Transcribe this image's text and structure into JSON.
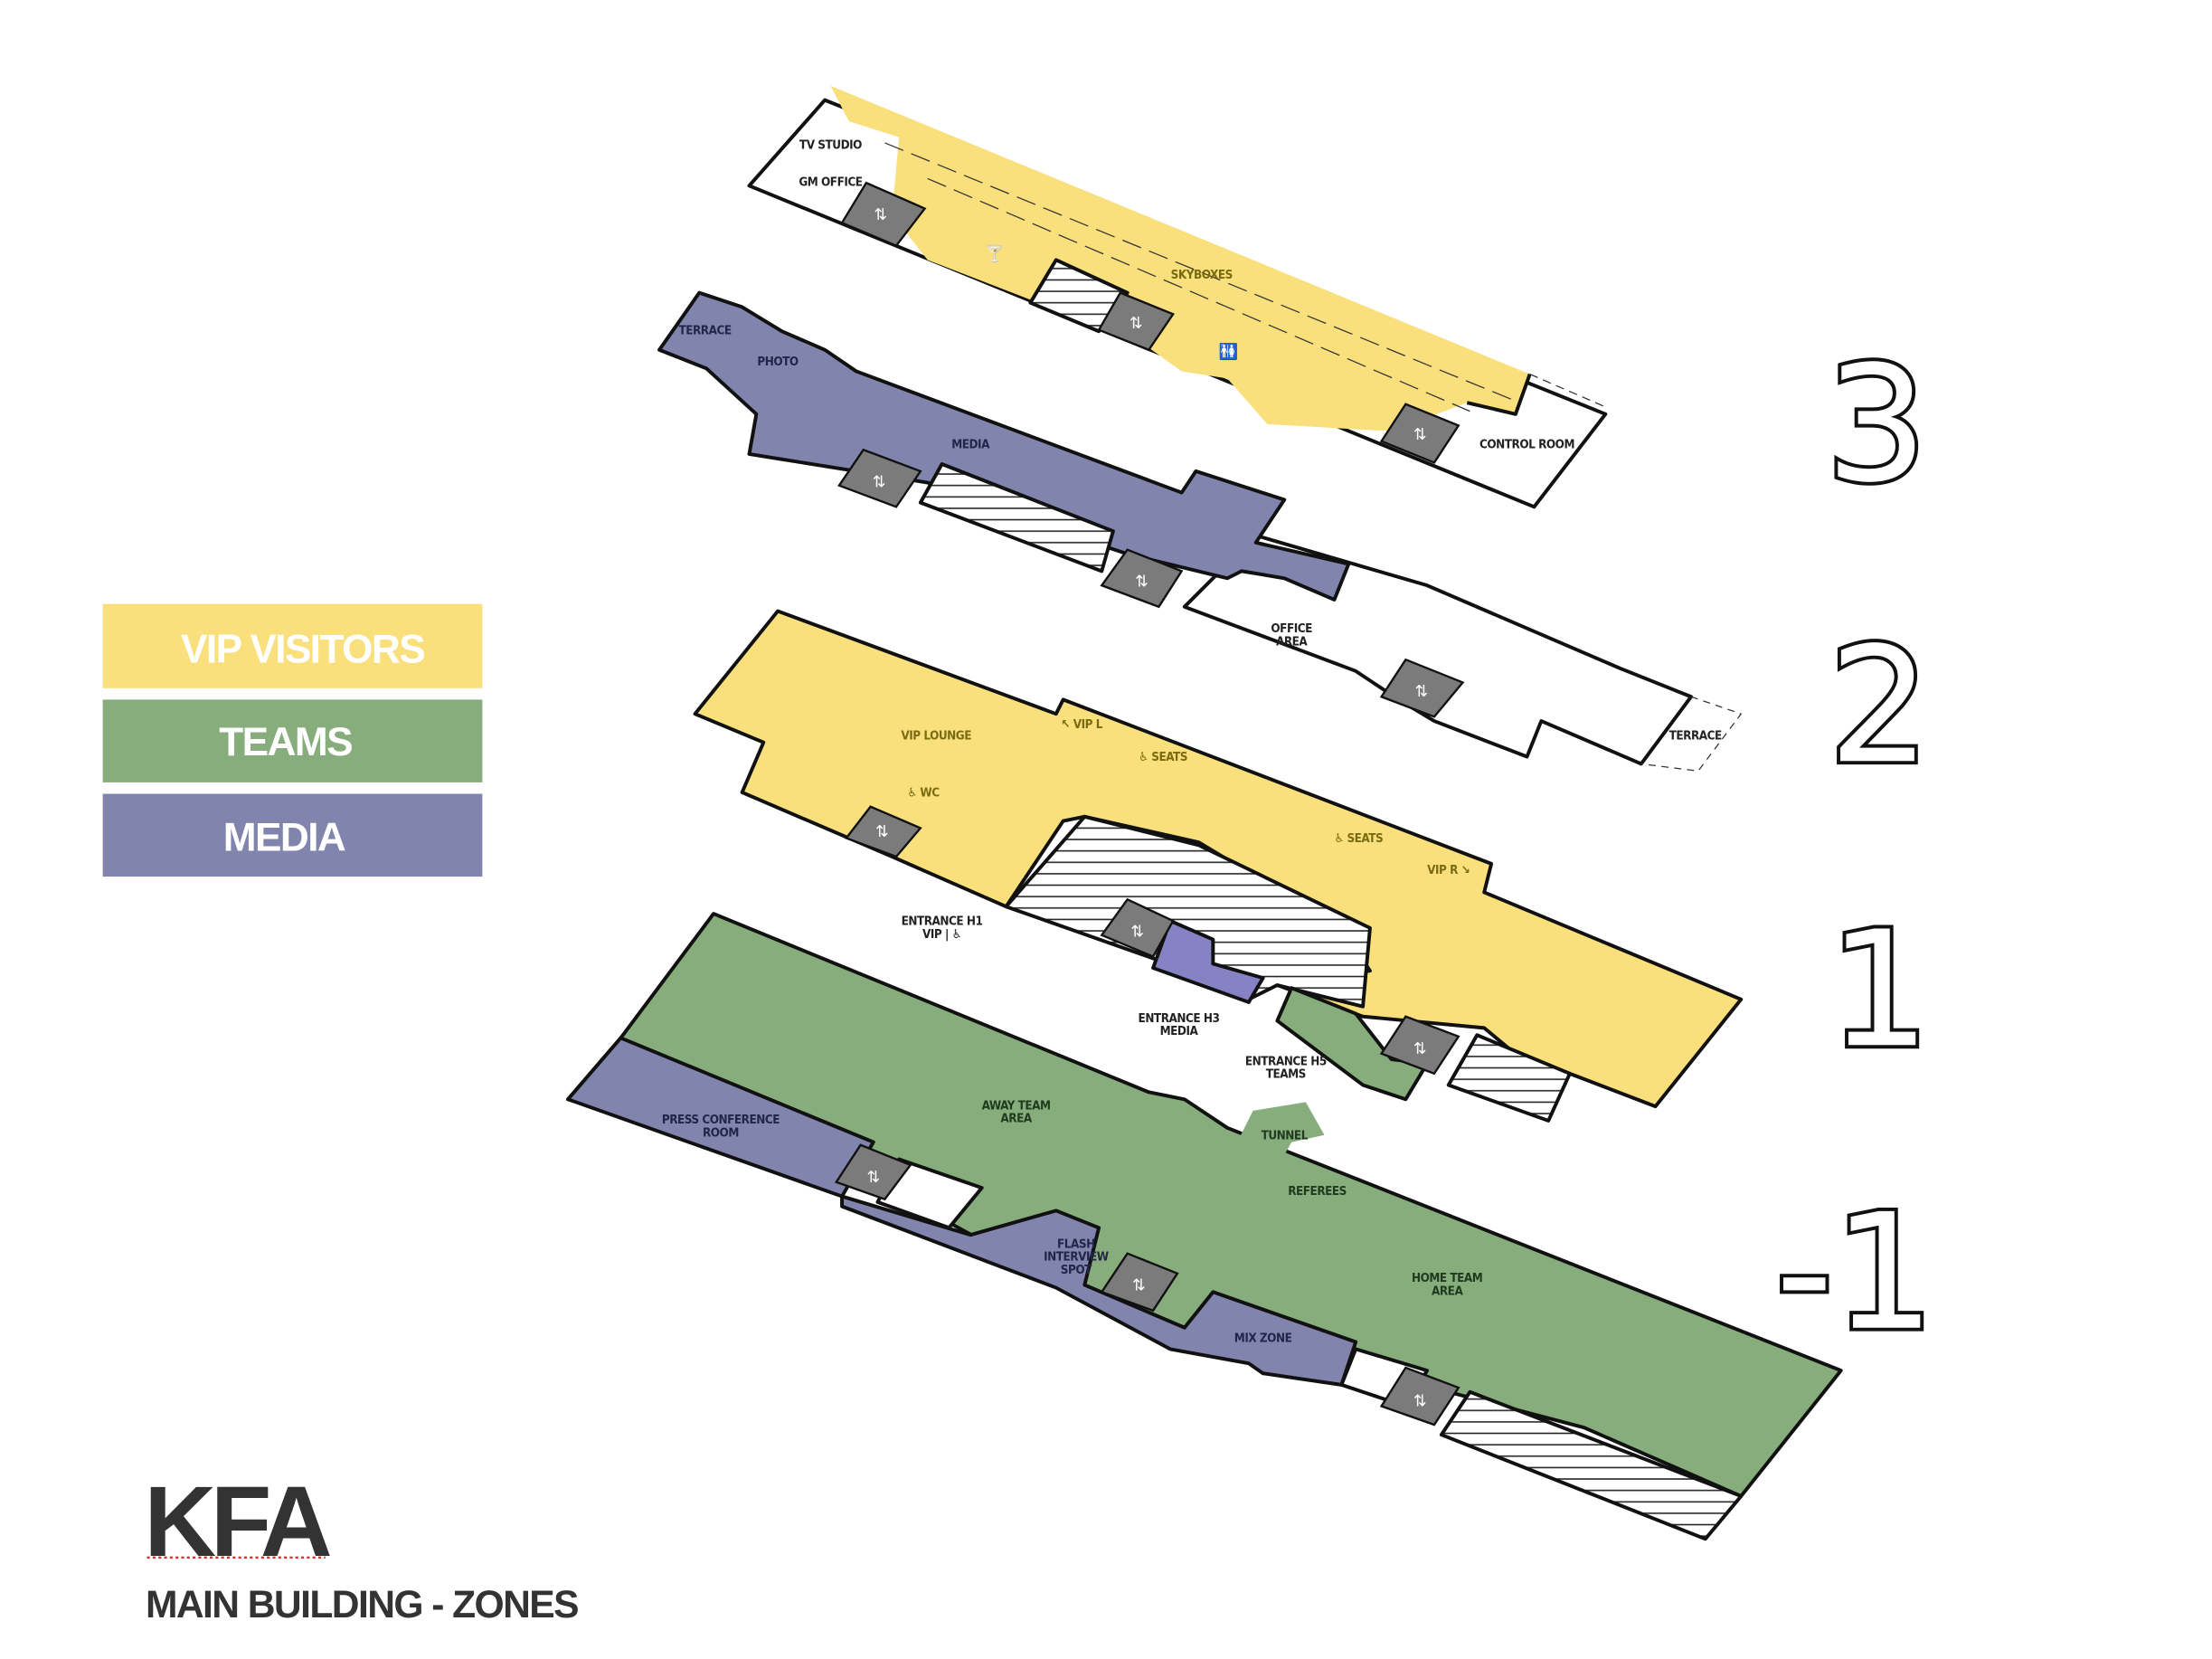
{
  "legend": [
    {
      "label": "VIP VISITORS",
      "color": "#f9e07d"
    },
    {
      "label": "TEAMS",
      "color": "#88ad7c"
    },
    {
      "label": "MEDIA",
      "color": "#8185ad"
    }
  ],
  "levels": [
    "3",
    "2",
    "1",
    "-1"
  ],
  "logo": "KFA",
  "subtitle": "MAIN BUILDING - ZONES",
  "colors": {
    "vip": "#f9e07d",
    "teams": "#88ad7c",
    "media": "#8185ad",
    "core": "#7b7b7b",
    "entrance_media": "#8683c4"
  },
  "level3": {
    "tv_studio": "TV STUDIO",
    "gm_office": "GM OFFICE",
    "skyboxes": "SKYBOXES",
    "control_room": "CONTROL ROOM"
  },
  "level2": {
    "terrace_left": "TERRACE",
    "photo": "PHOTO",
    "media": "MEDIA",
    "office_area_1": "OFFICE",
    "office_area_2": "AREA",
    "terrace_right": "TERRACE"
  },
  "level1": {
    "vip_lounge": "VIP LOUNGE",
    "vip_l": "↖ VIP L",
    "seats_1": "♿ SEATS",
    "seats_2": "♿ SEATS",
    "vip_r": "VIP R ↘",
    "wc": "♿ WC",
    "entrance_h1_1": "ENTRANCE H1",
    "entrance_h1_2": "VIP | ♿",
    "entrance_h3_1": "ENTRANCE H3",
    "entrance_h3_2": "MEDIA",
    "entrance_h5_1": "ENTRANCE H5",
    "entrance_h5_2": "TEAMS"
  },
  "level_minus1": {
    "press_1": "PRESS CONFERENCE",
    "press_2": "ROOM",
    "away_1": "AWAY TEAM",
    "away_2": "AREA",
    "tunnel": "TUNNEL",
    "referees": "REFEREES",
    "flash_1": "FLASH",
    "flash_2": "INTERVIEW",
    "flash_3": "SPOT",
    "mix_zone": "MIX ZONE",
    "home_1": "HOME TEAM",
    "home_2": "AREA"
  }
}
